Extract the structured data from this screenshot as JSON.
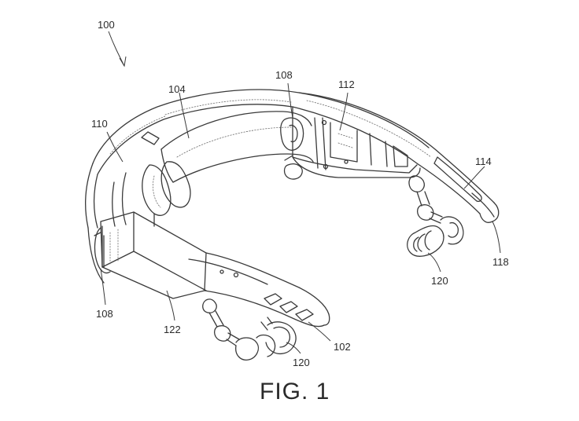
{
  "figure": {
    "caption": "FIG. 1",
    "labels": {
      "ref_100": "100",
      "ref_104": "104",
      "ref_108_top": "108",
      "ref_112": "112",
      "ref_110": "110",
      "ref_114": "114",
      "ref_118": "118",
      "ref_120_right": "120",
      "ref_108_left": "108",
      "ref_122": "122",
      "ref_102": "102",
      "ref_120_bottom": "120"
    }
  }
}
